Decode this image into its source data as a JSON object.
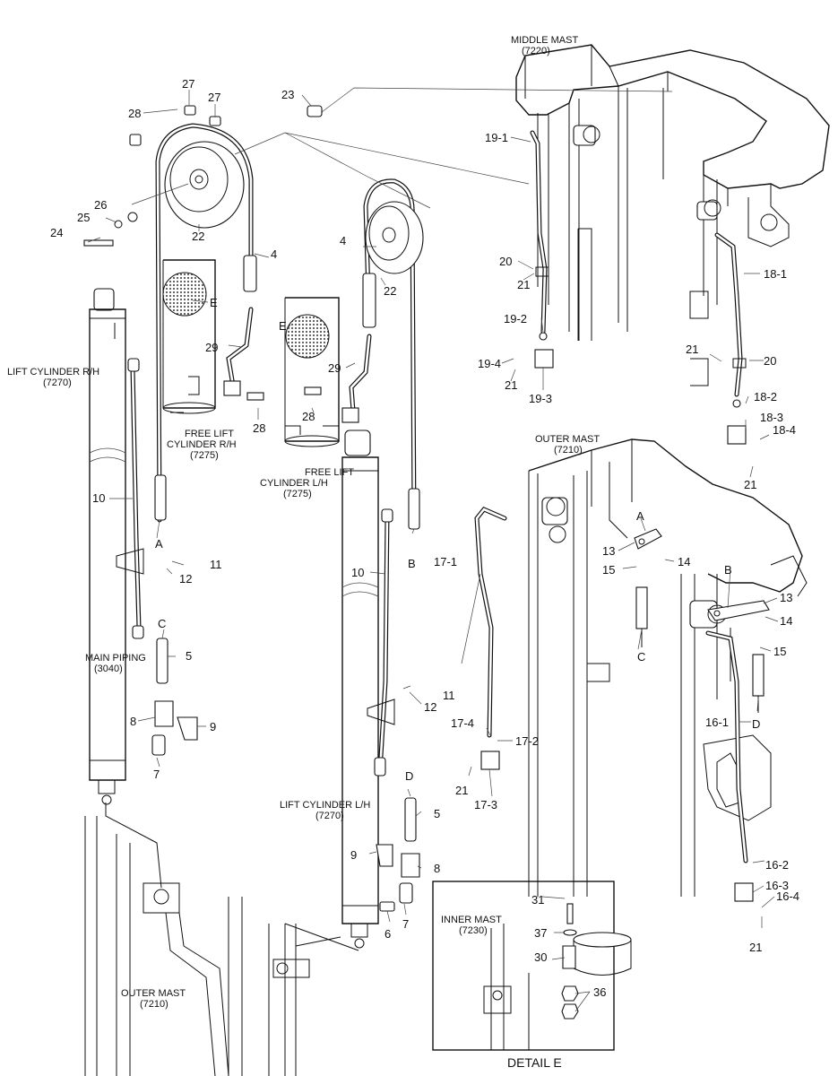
{
  "captions": {
    "middle_mast": [
      "MIDDLE MAST",
      "(7220)"
    ],
    "outer_mast_right": [
      "OUTER MAST",
      "(7210)"
    ],
    "outer_mast_bottom": [
      "OUTER MAST",
      "(7210)"
    ],
    "lift_cyl_rh": [
      "LIFT CYLINDER R/H",
      "(7270)"
    ],
    "lift_cyl_lh": [
      "LIFT CYLINDER L/H",
      "(7270)"
    ],
    "free_lift_rh": [
      "FREE LIFT",
      "CYLINDER R/H",
      "(7275)"
    ],
    "free_lift_lh": [
      "FREE LIFT",
      "CYLINDER L/H",
      "(7275)"
    ],
    "main_piping": [
      "MAIN PIPING",
      "(3040)"
    ],
    "inner_mast": [
      "INNER MAST",
      "(7230)"
    ],
    "detail_title": "DETAIL E"
  },
  "callouts": {
    "c28a": "28",
    "c27a": "27",
    "c27b": "27",
    "c23": "23",
    "c26": "26",
    "c25": "25",
    "c24": "24",
    "c22a": "22",
    "c4a": "4",
    "c4b": "4",
    "c22b": "22",
    "cEa": "E",
    "cEb": "E",
    "c29a": "29",
    "c29b": "29",
    "c28b": "28",
    "c28c": "28",
    "c10a": "10",
    "cAa": "A",
    "c11a": "11",
    "c12a": "12",
    "cCa": "C",
    "c5a": "5",
    "c8a": "8",
    "c9a": "9",
    "c7a": "7",
    "cBa": "B",
    "c10b": "10",
    "c12b": "12",
    "c11b": "11",
    "cDa": "D",
    "c5b": "5",
    "c9b": "9",
    "c8b": "8",
    "c7b": "7",
    "c6": "6",
    "c191": "19-1",
    "c20a": "20",
    "c21a": "21",
    "c192": "19-2",
    "c194": "19-4",
    "c21b": "21",
    "c193": "19-3",
    "c181": "18-1",
    "c21c": "21",
    "c20b": "20",
    "c182": "18-2",
    "c183": "18-3",
    "c184": "18-4",
    "c21d": "21",
    "cAb": "A",
    "c13a": "13",
    "c14a": "14",
    "c15a": "15",
    "cCb": "C",
    "c171": "17-1",
    "cBb": "B",
    "c13b": "13",
    "c14b": "14",
    "c15b": "15",
    "cDb": "D",
    "c161": "16-1",
    "c174": "17-4",
    "c172": "17-2",
    "c21e": "21",
    "c173": "17-3",
    "c162": "16-2",
    "c163": "16-3",
    "c164": "16-4",
    "c21f": "21",
    "c31": "31",
    "c37": "37",
    "c30": "30",
    "c36": "36"
  }
}
